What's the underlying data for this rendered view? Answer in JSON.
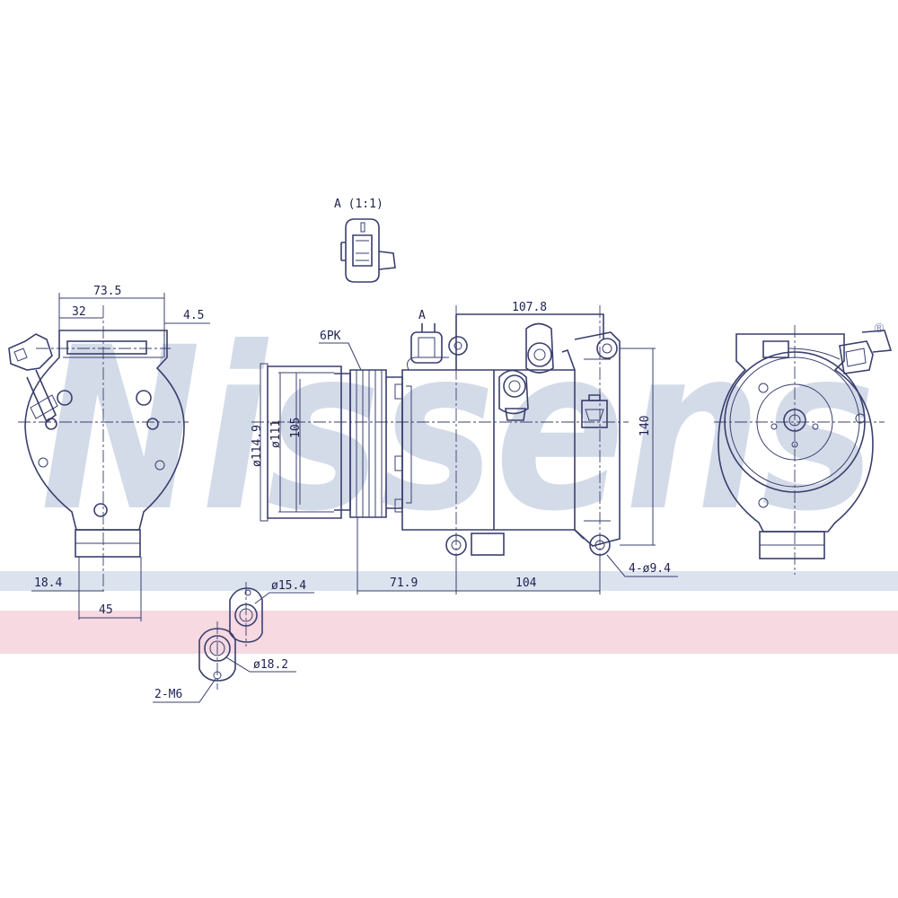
{
  "watermark": {
    "text": "Nissens",
    "registered_mark": "®",
    "text_color": "#d3dbe9",
    "band_blue": "#dbe3ef",
    "band_pink": "#f6d9e1"
  },
  "line_color": "#3a3f6e",
  "detail": {
    "label": "A (1:1)",
    "ref_marker": "A"
  },
  "dimensions": {
    "d73_5": "73.5",
    "d32": "32",
    "d4_5": "4.5",
    "d18_4": "18.4",
    "d45": "45",
    "d107_8": "107.8",
    "d140": "140",
    "d71_9": "71.9",
    "d104": "104",
    "d114_9": "ø114.9",
    "d111": "ø111",
    "d105": "105",
    "belt": "6PK",
    "mount_holes": "4-ø9.4",
    "port1": "ø15.4",
    "port2": "ø18.2",
    "threads": "2-M6"
  }
}
